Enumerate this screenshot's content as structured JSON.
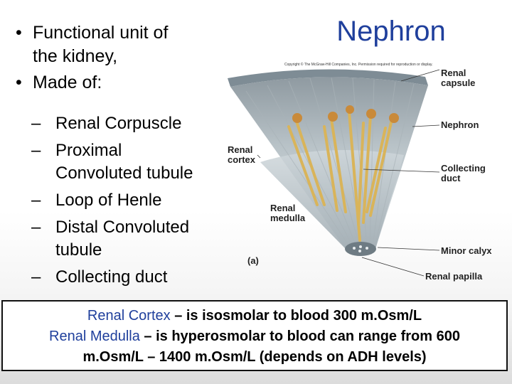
{
  "slide": {
    "title": "Nephron",
    "bullets": [
      {
        "marker": "•",
        "lines": [
          "Functional unit of",
          "the kidney,"
        ]
      },
      {
        "marker": "•",
        "lines": [
          "Made of:"
        ]
      }
    ],
    "sub_items": [
      {
        "marker": "–",
        "lines": [
          "Renal Corpuscle"
        ]
      },
      {
        "marker": "–",
        "lines": [
          "Proximal",
          "Convoluted tubule"
        ]
      },
      {
        "marker": "–",
        "lines": [
          "Loop of Henle"
        ]
      },
      {
        "marker": "–",
        "lines": [
          "Distal Convoluted",
          "tubule"
        ]
      },
      {
        "marker": "–",
        "lines": [
          "Collecting duct"
        ]
      }
    ]
  },
  "figure": {
    "copyright": "Copyright © The McGraw-Hill Companies, Inc. Permission required for reproduction or display.",
    "labels": {
      "renal_capsule": [
        "Renal",
        "capsule"
      ],
      "nephron": "Nephron",
      "collecting_duct": [
        "Collecting",
        "duct"
      ],
      "minor_calyx": "Minor calyx",
      "renal_papilla": "Renal papilla",
      "renal_cortex": [
        "Renal",
        "cortex"
      ],
      "renal_medulla": [
        "Renal",
        "medulla"
      ],
      "panel": "(a)"
    }
  },
  "footer": {
    "line1_hl": "Renal Cortex",
    "line1_rest": " – is isosmolar to blood 300  m.Osm/L",
    "line2_hl": "Renal Medulla",
    "line2_rest": " – is hyperosmolar to blood can range from 600",
    "line3": "m.Osm/L – 1400 m.Osm/L (depends on ADH levels)"
  }
}
